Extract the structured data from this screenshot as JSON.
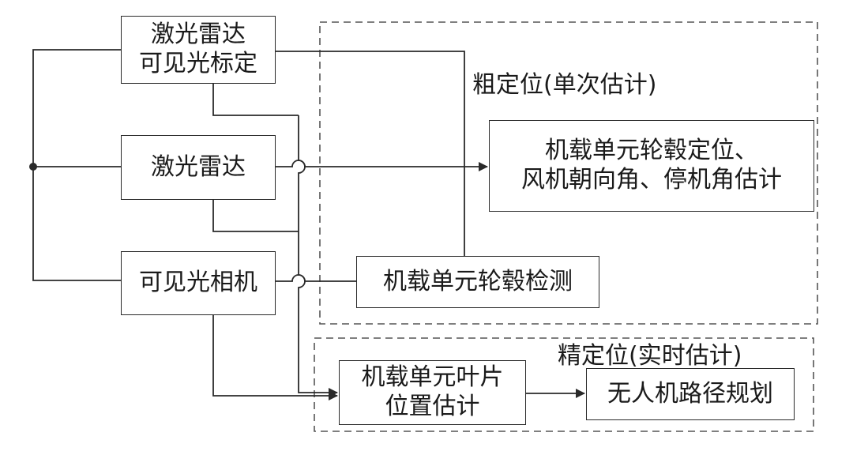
{
  "nodes": {
    "lidar_visible_calib": {
      "lines": [
        "激光雷达",
        "可见光标定"
      ]
    },
    "lidar": {
      "lines": [
        "激光雷达"
      ]
    },
    "visible_camera": {
      "lines": [
        "可见光相机"
      ]
    },
    "hub_detection": {
      "lines": [
        "机载单元轮毂检测"
      ]
    },
    "coarse_result": {
      "lines": [
        "机载单元轮毂定位、",
        "风机朝向角、停机角估计"
      ]
    },
    "blade_estimation": {
      "lines": [
        "机载单元叶片",
        "位置估计"
      ]
    },
    "path_planning": {
      "lines": [
        "无人机路径规划"
      ]
    }
  },
  "groups": {
    "coarse": {
      "label": "粗定位(单次估计)"
    },
    "fine": {
      "label": "精定位(实时估计)"
    }
  },
  "edges": [
    {
      "from": "lidar",
      "to": "coarse_result"
    },
    {
      "from": "lidar_visible_calib",
      "to": "coarse_result"
    },
    {
      "from": "hub_detection",
      "to": "coarse_result"
    },
    {
      "from": "visible_camera",
      "to": "hub_detection"
    },
    {
      "from": "lidar_visible_calib",
      "to": "blade_estimation"
    },
    {
      "from": "lidar",
      "to": "blade_estimation"
    },
    {
      "from": "visible_camera",
      "to": "blade_estimation"
    },
    {
      "from": "blade_estimation",
      "to": "path_planning"
    }
  ],
  "colors": {
    "line": "#2a2a2a",
    "dashed": "#555555",
    "text": "#1a1a1a"
  }
}
